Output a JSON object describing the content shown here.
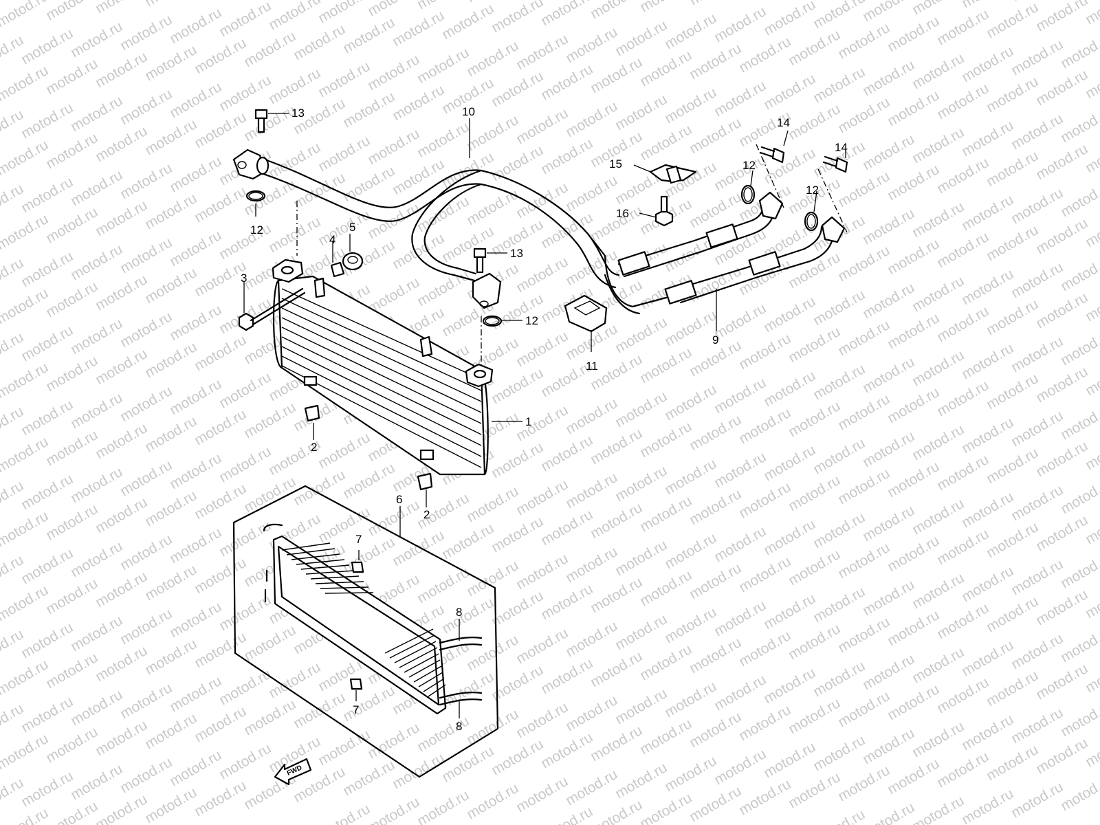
{
  "watermark": "motod.ru",
  "fwd_label": "FWD",
  "callouts": [
    {
      "id": "c1",
      "text": "1"
    },
    {
      "id": "c2a",
      "text": "2"
    },
    {
      "id": "c2b",
      "text": "2"
    },
    {
      "id": "c3",
      "text": "3"
    },
    {
      "id": "c4",
      "text": "4"
    },
    {
      "id": "c5",
      "text": "5"
    },
    {
      "id": "c6",
      "text": "6"
    },
    {
      "id": "c7a",
      "text": "7"
    },
    {
      "id": "c7b",
      "text": "7"
    },
    {
      "id": "c8a",
      "text": "8"
    },
    {
      "id": "c8b",
      "text": "8"
    },
    {
      "id": "c9",
      "text": "9"
    },
    {
      "id": "c10",
      "text": "10"
    },
    {
      "id": "c11",
      "text": "11"
    },
    {
      "id": "c12a",
      "text": "12"
    },
    {
      "id": "c12b",
      "text": "12"
    },
    {
      "id": "c12c",
      "text": "12"
    },
    {
      "id": "c12d",
      "text": "12"
    },
    {
      "id": "c13a",
      "text": "13"
    },
    {
      "id": "c13b",
      "text": "13"
    },
    {
      "id": "c14a",
      "text": "14"
    },
    {
      "id": "c14b",
      "text": "14"
    },
    {
      "id": "c15",
      "text": "15"
    },
    {
      "id": "c16",
      "text": "16"
    }
  ]
}
